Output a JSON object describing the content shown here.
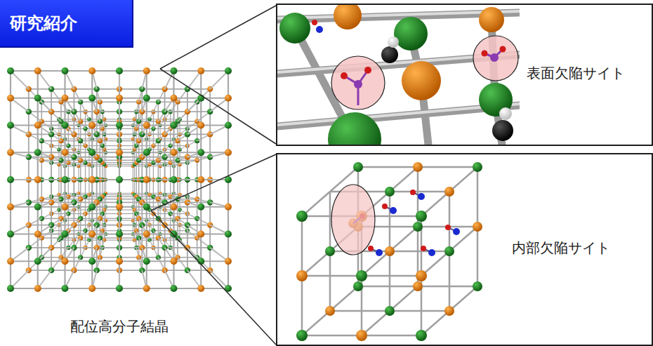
{
  "diagram": {
    "title": "研究紹介",
    "nodes": [
      {
        "text": [
          "表面欠陥サイト"
        ]
      },
      {
        "text": [
          "内部欠陥サイト"
        ]
      }
    ],
    "labels": [
      "配位高分子結晶"
    ]
  }
}
